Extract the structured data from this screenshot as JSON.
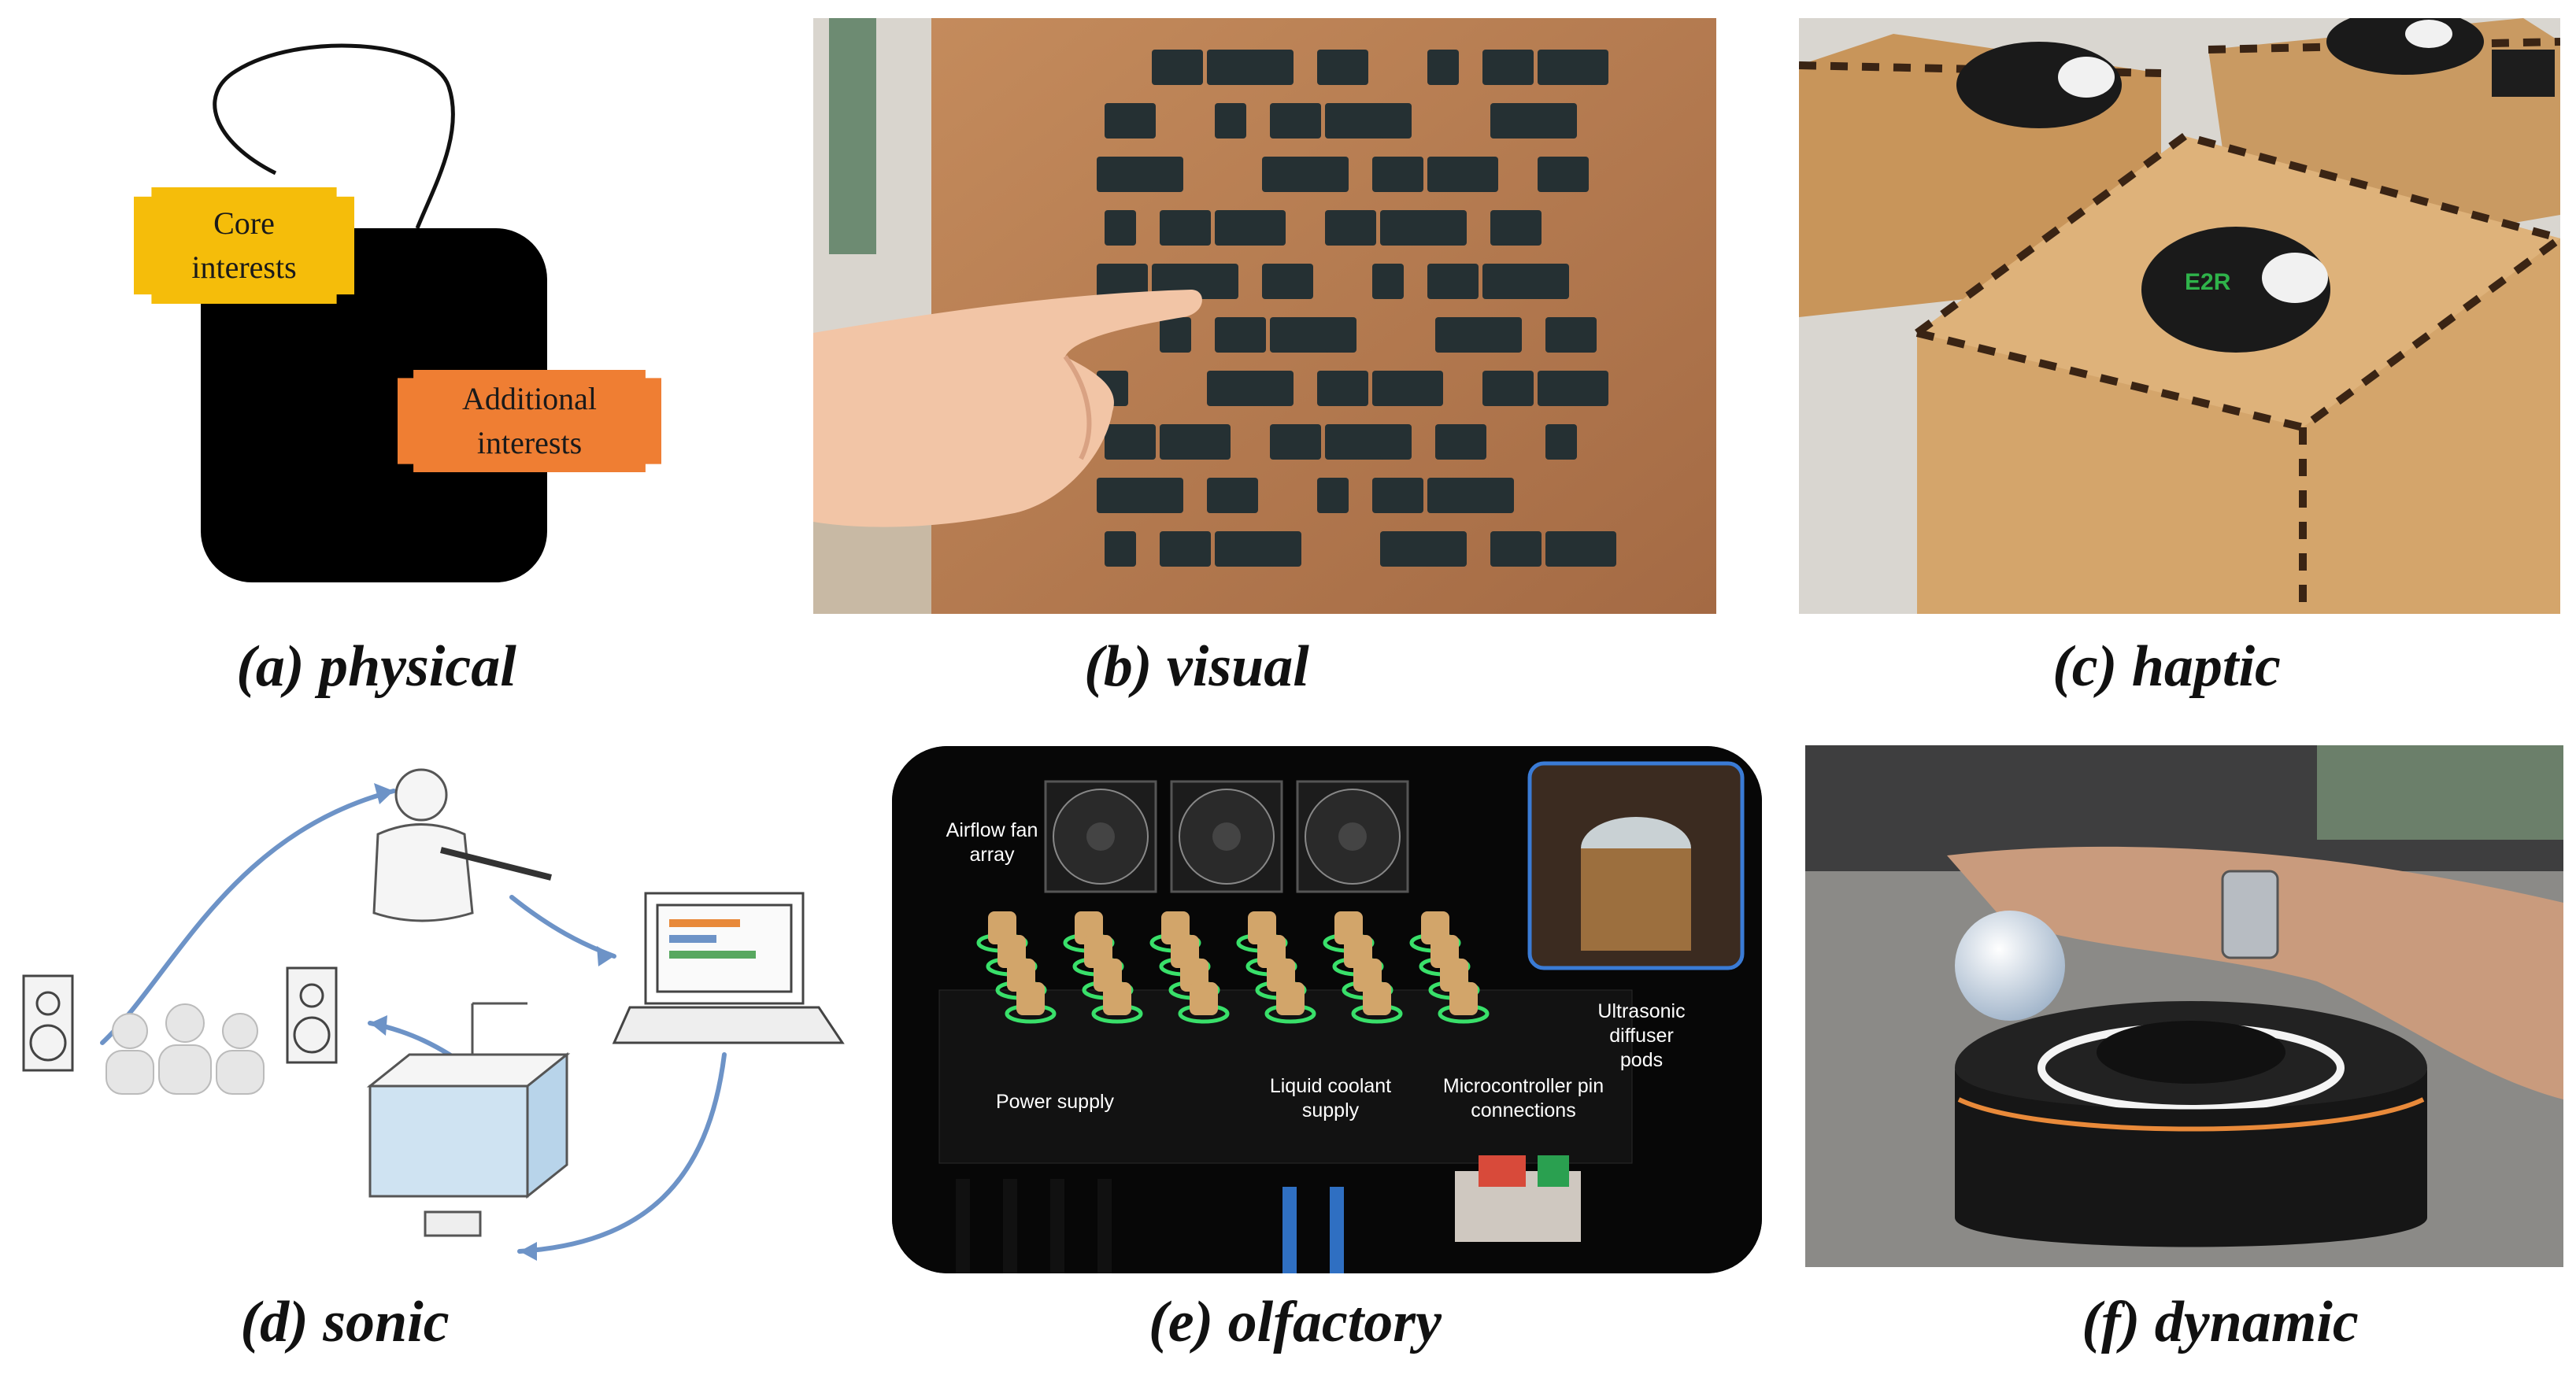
{
  "panels": [
    {
      "id": "a",
      "caption": "(a) physical"
    },
    {
      "id": "b",
      "caption": "(b) visual"
    },
    {
      "id": "c",
      "caption": "(c) haptic"
    },
    {
      "id": "d",
      "caption": "(d) sonic"
    },
    {
      "id": "e",
      "caption": "(e) olfactory"
    },
    {
      "id": "f",
      "caption": "(f) dynamic"
    }
  ],
  "physical": {
    "core_label": "Core\ninterests",
    "additional_label": "Additional\ninterests",
    "colors": {
      "core": "#f5bd0a",
      "additional": "#ef7e33",
      "body": "#000000"
    }
  },
  "olfactory": {
    "labels": {
      "fan": "Airflow fan\narray",
      "diffuser": "Ultrasonic\ndiffuser\npods",
      "power": "Power supply",
      "coolant": "Liquid coolant\nsupply",
      "micro": "Microcontroller pin\nconnections"
    }
  },
  "haptic": {
    "badge_text": "E2R"
  }
}
